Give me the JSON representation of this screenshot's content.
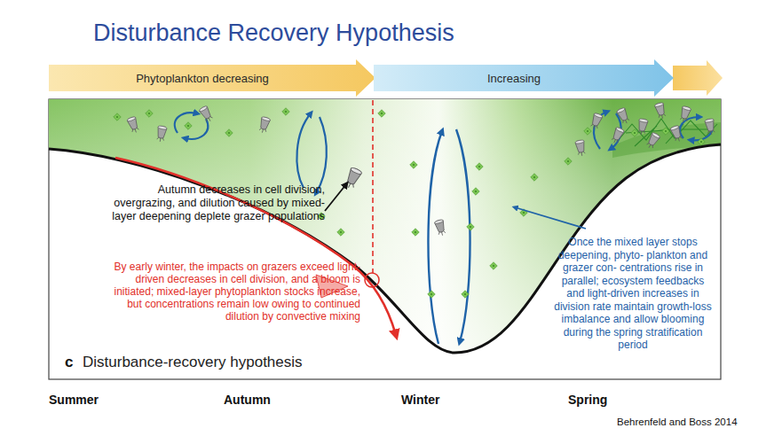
{
  "diagram": {
    "title": "Disturbance Recovery Hypothesis",
    "nodes": [
      {
        "text": [
          "Phytoplankton decreasing"
        ]
      },
      {
        "text": [
          "Increasing"
        ]
      }
    ],
    "labels": [
      "c",
      "Disturbance-recovery hypothesis",
      "Autumn decreases in cell division, overgrazing, and dilution caused by mixed-layer deepening deplete grazer populations",
      "By early winter, the impacts on grazers exceed light-driven decreases in cell division, and a bloom is initiated; mixed-layer phytoplankton stocks increase, but concentrations remain low owing to continued dilution by convective mixing",
      "Once the mixed layer stops deepening, phyto- plankton and grazer con- centrations rise in parallel; ecosystem feedbacks and light-driven increases in division rate maintain growth-loss imbalance and allow blooming during the spring stratification period",
      "Summer",
      "Autumn",
      "Winter",
      "Spring",
      "Behrenfeld and Boss 2014"
    ]
  }
}
